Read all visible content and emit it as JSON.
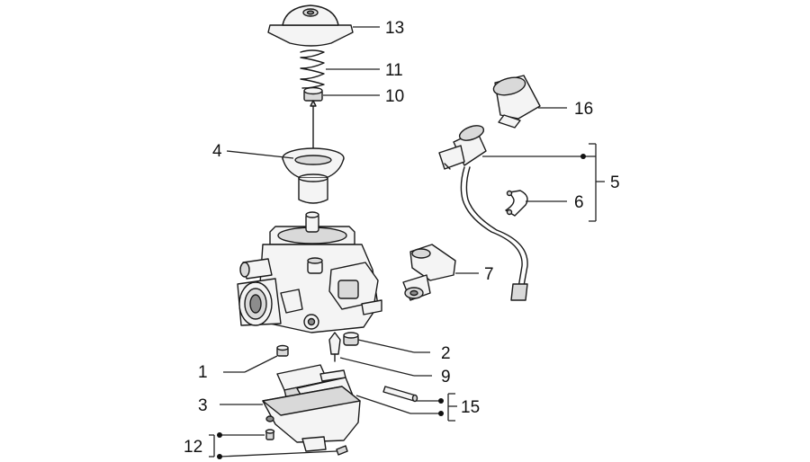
{
  "callouts": {
    "c1": "1",
    "c2": "2",
    "c3": "3",
    "c4": "4",
    "c5": "5",
    "c6": "6",
    "c7": "7",
    "c9": "9",
    "c10": "10",
    "c11": "11",
    "c12": "12",
    "c13": "13",
    "c15": "15",
    "c16": "16"
  }
}
